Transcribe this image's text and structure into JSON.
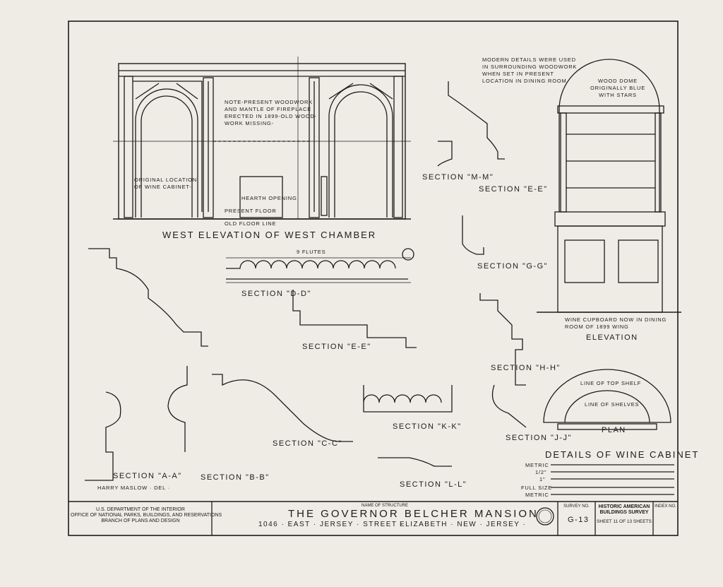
{
  "drawing": {
    "west_elevation_title": "WEST ELEVATION OF WEST CHAMBER",
    "note_woodwork": "NOTE-PRESENT WOODWORK\nAND MANTLE OF FIREPLACE\nERECTED IN 1899-OLD WOOD-\nWORK MISSING-",
    "original_location": "ORIGINAL LOCATION\nOF WINE CABINET-",
    "hearth_opening": "HEARTH OPENING",
    "present_floor": "PRESENT FLOOR",
    "old_floor_line": "OLD FLOOR LINE",
    "flutes": "9 FLUTES",
    "modern_details": "MODERN DETAILS WERE USED\nIN SURROUNDING WOODWORK\nWHEN SET IN PRESENT\nLOCATION IN DINING ROOM",
    "wood_dome": "WOOD DOME\nORIGINALLY BLUE\nWITH STARS",
    "wine_cupboard": "WINE CUPBOARD NOW IN DINING\nROOM OF 1899 WING",
    "elevation": "ELEVATION",
    "line_top_shelf": "LINE OF TOP SHELF",
    "line_shelves": "LINE OF SHELVES",
    "plan": "PLAN",
    "details_title": "DETAILS OF WINE CABINET",
    "delineator": "HARRY MASLOW · DEL ·",
    "scale_labels": [
      "METRIC",
      "1/2\"",
      "1\"",
      "FULL SIZE",
      "METRIC"
    ],
    "sections": {
      "mm": "SECTION \"M-M\"",
      "ee_upper": "SECTION \"E-E\"",
      "gg": "SECTION \"G-G\"",
      "dd": "SECTION \"D-D\"",
      "ee_lower": "SECTION \"E-E\"",
      "hh": "SECTION \"H-H\"",
      "aa": "SECTION \"A-A\"",
      "bb": "SECTION \"B-B\"",
      "cc": "SECTION \"C-C\"",
      "kk": "SECTION \"K-K\"",
      "ll": "SECTION \"L-L\"",
      "jj": "SECTION \"J-J\""
    }
  },
  "title_block": {
    "agency": "U.S. DEPARTMENT OF THE INTERIOR\nOFFICE OF NATIONAL PARKS, BUILDINGS, AND RESERVATIONS\nBRANCH OF PLANS AND DESIGN",
    "name_label": "NAME OF STRUCTURE",
    "structure_name": "THE GOVERNOR BELCHER MANSION",
    "address": "1046 · EAST · JERSEY · STREET ·",
    "city": "ELIZABETH · NEW · JERSEY ·",
    "survey_label": "SURVEY NO.",
    "survey_no": "G-13",
    "habs": "HISTORIC AMERICAN\nBUILDINGS SURVEY",
    "sheet": "SHEET 11 OF 13 SHEETS",
    "index_label": "INDEX NO."
  }
}
